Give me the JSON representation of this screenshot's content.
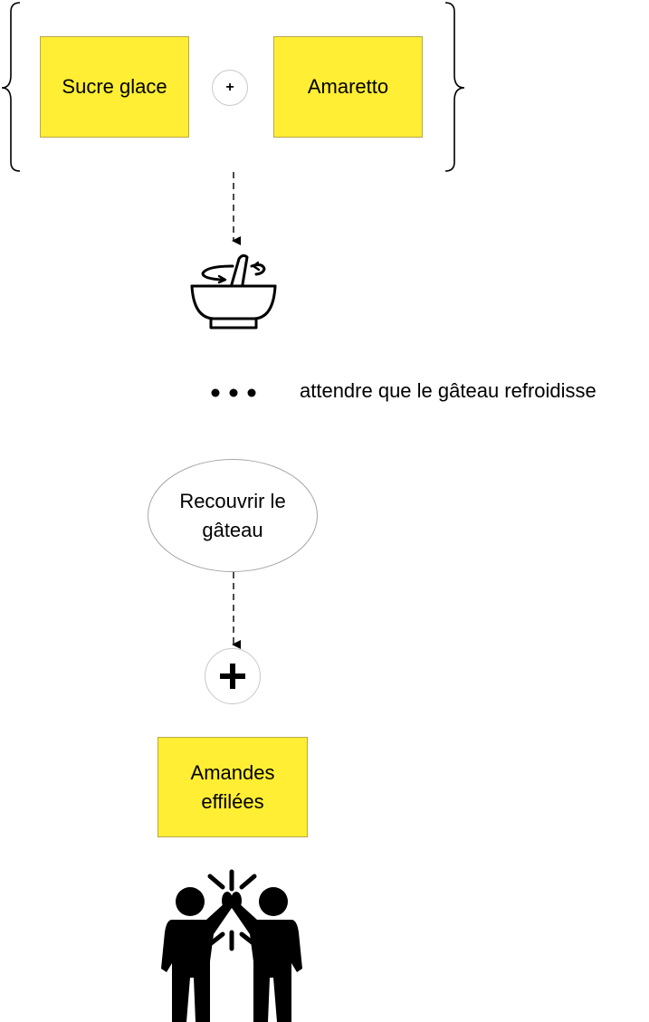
{
  "ingredients_top": {
    "left": "Sucre glace",
    "right": "Amaretto",
    "joiner": "+"
  },
  "step_wait": {
    "dots": "•••",
    "text": "attendre que le gâteau refroidisse"
  },
  "step_cover": {
    "label": "Recouvrir le gâteau"
  },
  "topping": {
    "label": "Amandes effilées"
  },
  "icons": [
    "mixing-bowl-icon",
    "add-icon",
    "high-five-icon"
  ],
  "colors": {
    "sticky_note": "#ffee33",
    "stroke": "#000000"
  }
}
